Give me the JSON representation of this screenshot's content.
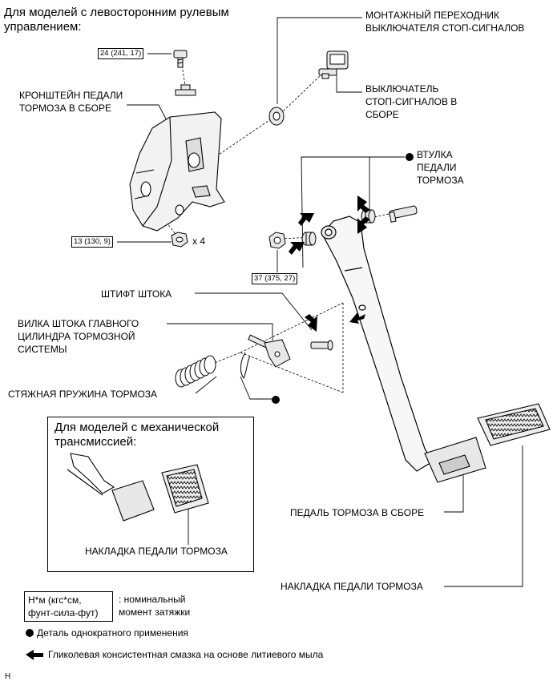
{
  "header": {
    "lhd_line1": "Для моделей с левосторонним рулевым",
    "lhd_line2": "управлением:"
  },
  "labels": {
    "switch_adapter_1": "МОНТАЖНЫЙ ПЕРЕХОДНИК",
    "switch_adapter_2": "ВЫКЛЮЧАТЕЛЯ СТОП-СИГНАЛОВ",
    "switch_1": "ВЫКЛЮЧАТЕЛЬ",
    "switch_2": "СТОП-СИГНАЛОВ В",
    "switch_3": "СБОРЕ",
    "bracket_1": "КРОНШТЕЙН ПЕДАЛИ",
    "bracket_2": "ТОРМОЗА В СБОРЕ",
    "bushing_1": "ВТУЛКА",
    "bushing_2": "ПЕДАЛИ",
    "bushing_3": "ТОРМОЗА",
    "pin": "ШТИФТ ШТОКА",
    "clevis_1": "ВИЛКА ШТОКА ГЛАВНОГО",
    "clevis_2": "ЦИЛИНДРА ТОРМОЗНОЙ",
    "clevis_3": "СИСТЕМЫ",
    "spring": "СТЯЖНАЯ ПРУЖИНА ТОРМОЗА",
    "pedal_assy": "ПЕДАЛЬ ТОРМОЗА В СБОРЕ",
    "pad": "НАКЛАДКА ПЕДАЛИ ТОРМОЗА",
    "times4": "x 4"
  },
  "torques": {
    "bolt_top": "24 (241, 17)",
    "nuts": "13 (130, 9)",
    "pivot_nut": "37 (375, 27)"
  },
  "inset": {
    "title_1": "Для моделей с механической",
    "title_2": "трансмиссией:",
    "pad_label": "НАКЛАДКА ПЕДАЛИ ТОРМОЗА"
  },
  "legend": {
    "torque_unit_1": "Н*м (кгс*см,",
    "torque_unit_2": "фунт-сила-фут)",
    "torque_desc_1": ": номинальный",
    "torque_desc_2": "момент затяжки",
    "non_reusable": "Деталь однократного применения",
    "grease": "Гликолевая консистентная смазка на основе литиевого мыла"
  },
  "footer": {
    "code": "H"
  },
  "colors": {
    "ink": "#000000",
    "paper": "#ffffff",
    "part_fill": "#e8e8e8"
  }
}
